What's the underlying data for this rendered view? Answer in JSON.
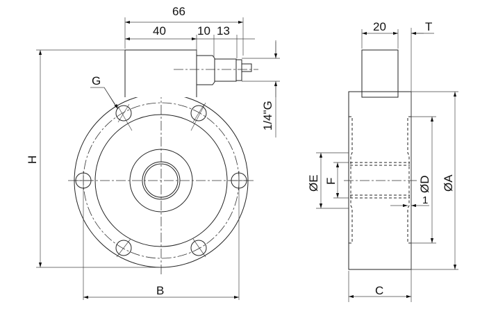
{
  "drawing": {
    "front_view": {
      "dim_overall_length": "66",
      "dim_body_length": "40",
      "dim_connector_1": "10",
      "dim_connector_2": "13",
      "label_height": "H",
      "label_bolt_circle": "B",
      "label_hole": "G",
      "label_thread": "1/4\"G"
    },
    "side_view": {
      "dim_housing_width": "20",
      "label_t": "T",
      "label_outer_diameter": "ØA",
      "label_d": "ØD",
      "label_e": "ØE",
      "label_f": "F",
      "label_c": "C",
      "dim_recess": "1"
    }
  }
}
